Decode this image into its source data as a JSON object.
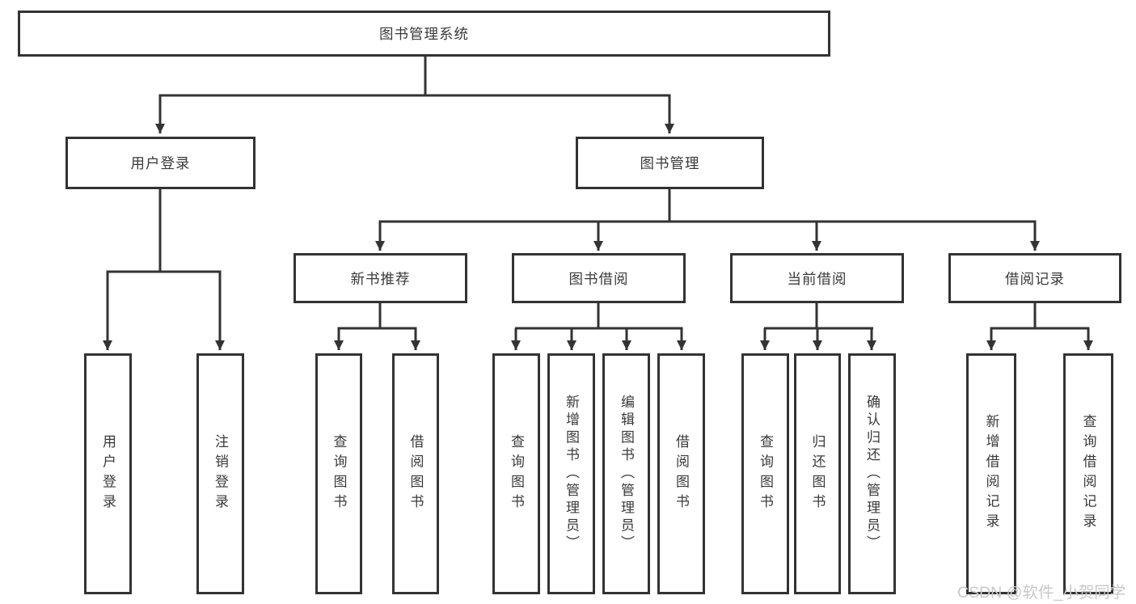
{
  "diagram": {
    "root": "图书管理系统",
    "level2": [
      {
        "label": "用户登录",
        "leaves": [
          "用户登录",
          "注销登录"
        ]
      },
      {
        "label": "图书管理",
        "level3": [
          {
            "label": "新书推荐",
            "leaves": [
              "查询图书",
              "借阅图书"
            ]
          },
          {
            "label": "图书借阅",
            "leaves": [
              "查询图书",
              "新增图书（管理员）",
              "编辑图书（管理员）",
              "借阅图书"
            ]
          },
          {
            "label": "当前借阅",
            "leaves": [
              "查询图书",
              "归还图书",
              "确认归还（管理员）"
            ]
          },
          {
            "label": "借阅记录",
            "leaves": [
              "新增借阅记录",
              "查询借阅记录"
            ]
          }
        ]
      }
    ]
  },
  "watermark": "CSDN @软件_小贺同学",
  "colors": {
    "line": "#333333",
    "text": "#3a3a3a",
    "box-bg": "#ffffff",
    "watermark": "#c8c8c8",
    "background": "#ffffff"
  }
}
